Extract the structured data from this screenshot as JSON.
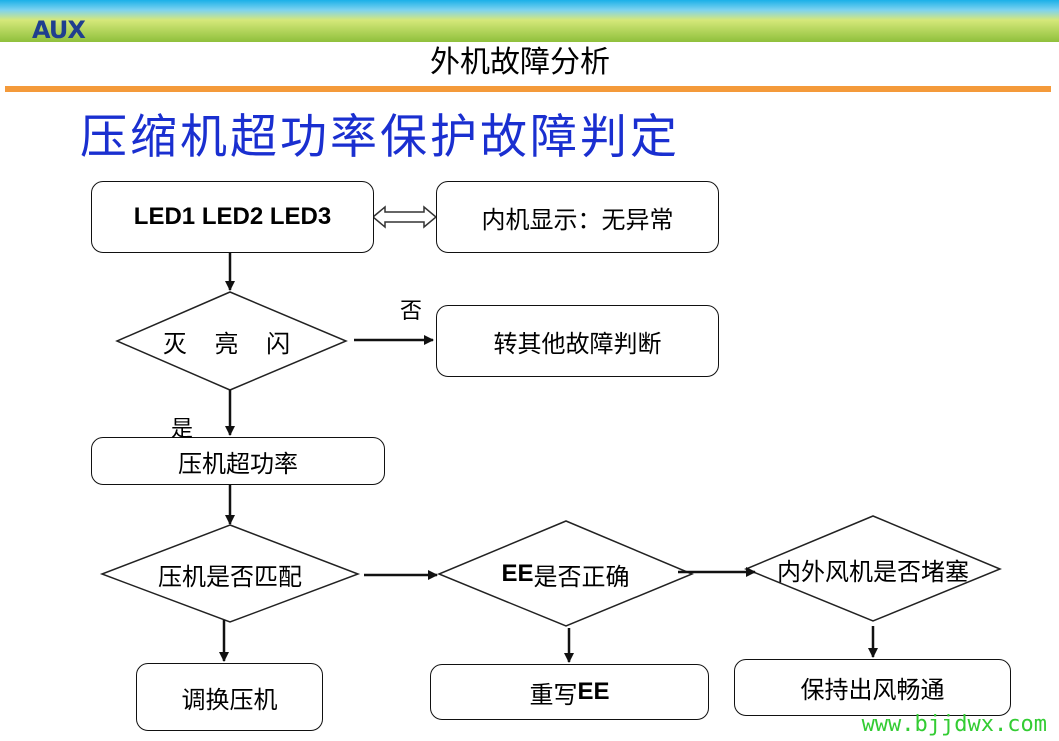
{
  "header": {
    "logo_text": "AUX",
    "title": "外机故障分析"
  },
  "main_title": "压缩机超功率保护故障判定",
  "flow": {
    "led_box": "LED1 LED2 LED3",
    "indoor_display": "内机显示：无异常",
    "decision_led": "灭 亮 闪",
    "no_label": "否",
    "other_fault": "转其他故障判断",
    "yes_label": "是",
    "compressor_overpower": "压机超功率",
    "decision_compressor_match": "压机是否匹配",
    "decision_ee_prefix": "EE",
    "decision_ee_suffix": "是否正确",
    "decision_fan_blocked": "内外风机是否堵塞",
    "replace_compressor": "调换压机",
    "rewrite_ee_prefix": "重写",
    "rewrite_ee_suffix": "EE",
    "keep_airflow": "保持出风畅通"
  },
  "watermark": "www.bjjdwx.com",
  "colors": {
    "title_blue": "#1a2fd0",
    "orange_rule": "#f49a3a",
    "logo_navy": "#1f3f8f",
    "watermark_green": "#33cc33"
  }
}
